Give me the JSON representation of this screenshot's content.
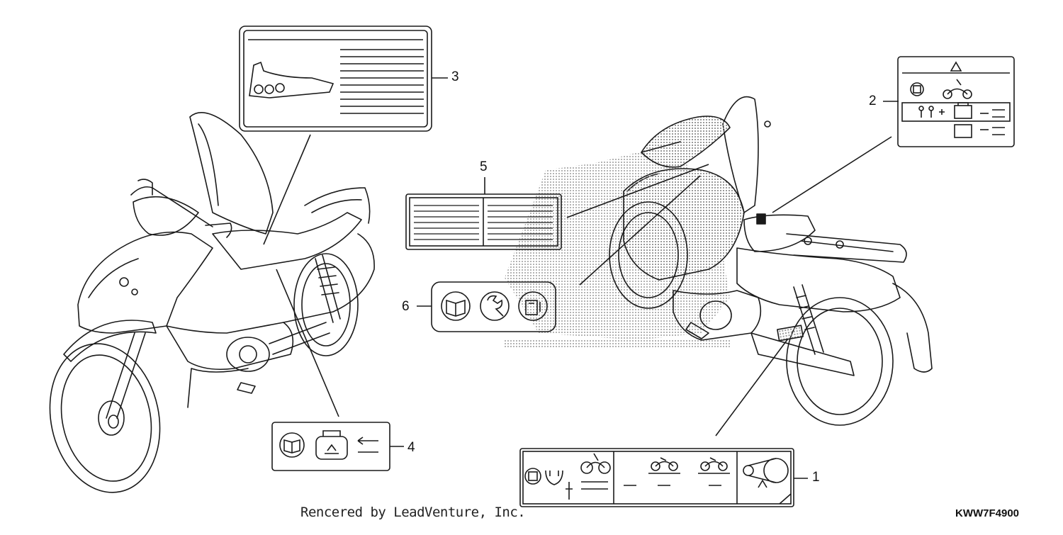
{
  "diagram": {
    "callouts": [
      {
        "id": "1",
        "label": "1"
      },
      {
        "id": "2",
        "label": "2"
      },
      {
        "id": "3",
        "label": "3"
      },
      {
        "id": "4",
        "label": "4"
      },
      {
        "id": "5",
        "label": "5"
      },
      {
        "id": "6",
        "label": "6"
      }
    ],
    "credit": "Rencered by LeadVenture, Inc.",
    "diagram_code": "KWW7F4900"
  },
  "colors": {
    "line": "#1a1a1a",
    "watermark": "#b9b9b9",
    "background": "#ffffff"
  },
  "icons": [
    "book-icon",
    "wrench-icon",
    "fuel-can-icon",
    "motorcycle-icon",
    "rider-icon",
    "chain-icon",
    "warning-triangle-icon",
    "toolbox-icon"
  ]
}
